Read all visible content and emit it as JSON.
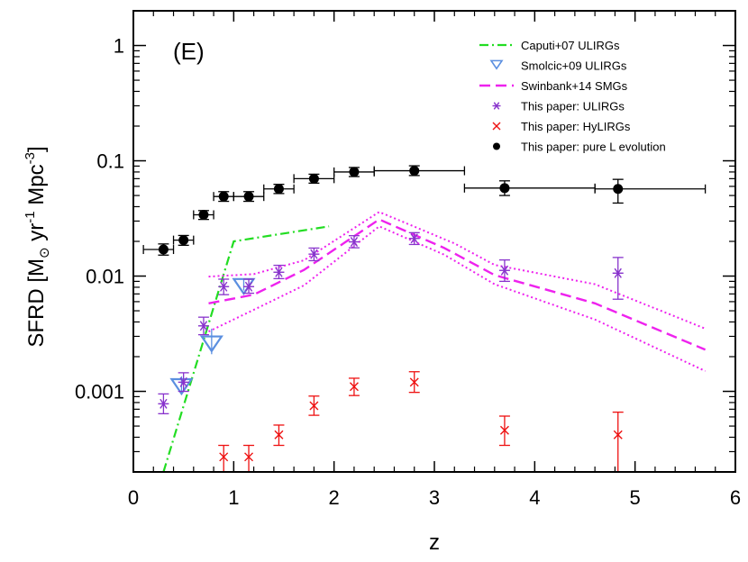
{
  "chart_data": {
    "type": "scatter",
    "panel_label": "(E)",
    "xlabel": "z",
    "ylabel_parts": {
      "main": "SFRD [M",
      "sun": "⊙",
      "yr": " yr",
      "yr_exp": "-1",
      "mpc": " Mpc",
      "mpc_exp": "-3",
      "close": "]"
    },
    "x_axis": {
      "min": 0,
      "max": 6,
      "scale": "linear",
      "ticks": [
        0,
        1,
        2,
        3,
        4,
        5,
        6
      ],
      "tick_labels": [
        "0",
        "1",
        "2",
        "3",
        "4",
        "5",
        "6"
      ],
      "minor_step": 0.2
    },
    "y_axis": {
      "min": 0.0002,
      "max": 2,
      "scale": "log",
      "ticks": [
        0.001,
        0.01,
        0.1,
        1
      ],
      "tick_labels": [
        "0.001",
        "0.01",
        "0.1",
        "1"
      ]
    },
    "legend": {
      "position": "top-right",
      "entries": [
        {
          "label": "Caputi+07 ULIRGs",
          "marker": "dashdot",
          "color": "#22dd22"
        },
        {
          "label": "Smolcic+09 ULIRGs",
          "marker": "triangle-down",
          "color": "#5b8fe0"
        },
        {
          "label": "Swinbank+14 SMGs",
          "marker": "dash",
          "color": "#ee22ee"
        },
        {
          "label": "This paper: ULIRGs",
          "marker": "asterisk",
          "color": "#8833cc"
        },
        {
          "label": "This paper: HyLIRGs",
          "marker": "cross",
          "color": "#ee1111"
        },
        {
          "label": "This paper: pure L evolution",
          "marker": "dot",
          "color": "#000000"
        }
      ]
    },
    "series": [
      {
        "name": "Caputi+07 ULIRGs",
        "style": "dashdot",
        "color": "#22dd22",
        "points": [
          [
            0.3,
            0.0002
          ],
          [
            1.0,
            0.02
          ],
          [
            1.95,
            0.027
          ]
        ]
      },
      {
        "name": "Smolcic+09 ULIRGs",
        "style": "triangle-down",
        "color": "#5b8fe0",
        "points": [
          {
            "x": 0.48,
            "y": 0.00115,
            "ylo": 0.00095,
            "yhi": 0.00135,
            "size": "large"
          },
          {
            "x": 0.78,
            "y": 0.0027,
            "ylo": 0.0021,
            "yhi": 0.0035,
            "size": "large"
          },
          {
            "x": 1.1,
            "y": 0.0085,
            "ylo": 0.0075,
            "yhi": 0.0095,
            "size": "large"
          }
        ]
      },
      {
        "name": "Swinbank+14 SMGs",
        "style": "dash",
        "color": "#ee22ee",
        "central": [
          [
            0.75,
            0.0058
          ],
          [
            1.2,
            0.0069
          ],
          [
            1.7,
            0.0113
          ],
          [
            2.45,
            0.031
          ],
          [
            3.1,
            0.0175
          ],
          [
            3.6,
            0.0102
          ],
          [
            4.6,
            0.0058
          ],
          [
            5.7,
            0.0023
          ]
        ],
        "upper": [
          [
            0.75,
            0.0099
          ],
          [
            1.2,
            0.0104
          ],
          [
            1.7,
            0.0137
          ],
          [
            2.45,
            0.036
          ],
          [
            3.2,
            0.0192
          ],
          [
            3.6,
            0.0125
          ],
          [
            4.6,
            0.0085
          ],
          [
            5.7,
            0.0035
          ]
        ],
        "lower": [
          [
            0.75,
            0.0033
          ],
          [
            1.2,
            0.0051
          ],
          [
            1.7,
            0.0083
          ],
          [
            2.45,
            0.027
          ],
          [
            3.1,
            0.0153
          ],
          [
            3.6,
            0.0085
          ],
          [
            4.6,
            0.0042
          ],
          [
            5.7,
            0.0015
          ]
        ]
      },
      {
        "name": "This paper: ULIRGs",
        "style": "asterisk",
        "color": "#8833cc",
        "points": [
          {
            "x": 0.3,
            "y": 0.00078,
            "ylo": 0.00064,
            "yhi": 0.00095
          },
          {
            "x": 0.5,
            "y": 0.0012,
            "ylo": 0.001,
            "yhi": 0.00145
          },
          {
            "x": 0.7,
            "y": 0.0037,
            "ylo": 0.0031,
            "yhi": 0.0044
          },
          {
            "x": 0.9,
            "y": 0.0081,
            "ylo": 0.0069,
            "yhi": 0.0094
          },
          {
            "x": 1.15,
            "y": 0.0081,
            "ylo": 0.0071,
            "yhi": 0.0094
          },
          {
            "x": 1.45,
            "y": 0.0108,
            "ylo": 0.0095,
            "yhi": 0.0124
          },
          {
            "x": 1.8,
            "y": 0.0155,
            "ylo": 0.0136,
            "yhi": 0.0175
          },
          {
            "x": 2.2,
            "y": 0.0198,
            "ylo": 0.0176,
            "yhi": 0.0224
          },
          {
            "x": 2.8,
            "y": 0.0212,
            "ylo": 0.0188,
            "yhi": 0.0238
          },
          {
            "x": 3.7,
            "y": 0.0112,
            "ylo": 0.009,
            "yhi": 0.0138
          },
          {
            "x": 4.83,
            "y": 0.0106,
            "ylo": 0.0063,
            "yhi": 0.0145
          }
        ]
      },
      {
        "name": "This paper: HyLIRGs",
        "style": "cross",
        "color": "#ee1111",
        "points": [
          {
            "x": 0.9,
            "y": 0.00027,
            "ylo": 0.0002,
            "yhi": 0.00034
          },
          {
            "x": 1.15,
            "y": 0.00027,
            "ylo": 0.0002,
            "yhi": 0.00034
          },
          {
            "x": 1.45,
            "y": 0.00042,
            "ylo": 0.00034,
            "yhi": 0.00051
          },
          {
            "x": 1.8,
            "y": 0.00075,
            "ylo": 0.00062,
            "yhi": 0.00091
          },
          {
            "x": 2.2,
            "y": 0.0011,
            "ylo": 0.00092,
            "yhi": 0.0013
          },
          {
            "x": 2.8,
            "y": 0.0012,
            "ylo": 0.00098,
            "yhi": 0.00148
          },
          {
            "x": 3.7,
            "y": 0.00046,
            "ylo": 0.00034,
            "yhi": 0.00061
          },
          {
            "x": 4.83,
            "y": 0.00042,
            "ylo": 0.0002,
            "yhi": 0.00066
          }
        ]
      },
      {
        "name": "This paper: pure L evolution",
        "style": "dot",
        "color": "#000000",
        "points": [
          {
            "x": 0.3,
            "y": 0.017,
            "xlo": 0.1,
            "xhi": 0.4,
            "ylo": 0.0152,
            "yhi": 0.019
          },
          {
            "x": 0.5,
            "y": 0.0205,
            "xlo": 0.4,
            "xhi": 0.6,
            "ylo": 0.0185,
            "yhi": 0.0225
          },
          {
            "x": 0.7,
            "y": 0.034,
            "xlo": 0.6,
            "xhi": 0.8,
            "ylo": 0.031,
            "yhi": 0.037
          },
          {
            "x": 0.9,
            "y": 0.049,
            "xlo": 0.8,
            "xhi": 1.0,
            "ylo": 0.0445,
            "yhi": 0.054
          },
          {
            "x": 1.15,
            "y": 0.049,
            "xlo": 1.0,
            "xhi": 1.3,
            "ylo": 0.0445,
            "yhi": 0.054
          },
          {
            "x": 1.45,
            "y": 0.057,
            "xlo": 1.3,
            "xhi": 1.6,
            "ylo": 0.052,
            "yhi": 0.0625
          },
          {
            "x": 1.8,
            "y": 0.07,
            "xlo": 1.6,
            "xhi": 2.0,
            "ylo": 0.064,
            "yhi": 0.0765
          },
          {
            "x": 2.2,
            "y": 0.08,
            "xlo": 2.0,
            "xhi": 2.4,
            "ylo": 0.073,
            "yhi": 0.0875
          },
          {
            "x": 2.8,
            "y": 0.082,
            "xlo": 2.4,
            "xhi": 3.3,
            "ylo": 0.0745,
            "yhi": 0.0905
          },
          {
            "x": 3.7,
            "y": 0.058,
            "xlo": 3.3,
            "xhi": 4.6,
            "ylo": 0.05,
            "yhi": 0.067
          },
          {
            "x": 4.83,
            "y": 0.057,
            "xlo": 4.6,
            "xhi": 5.7,
            "ylo": 0.043,
            "yhi": 0.069
          }
        ]
      }
    ]
  }
}
